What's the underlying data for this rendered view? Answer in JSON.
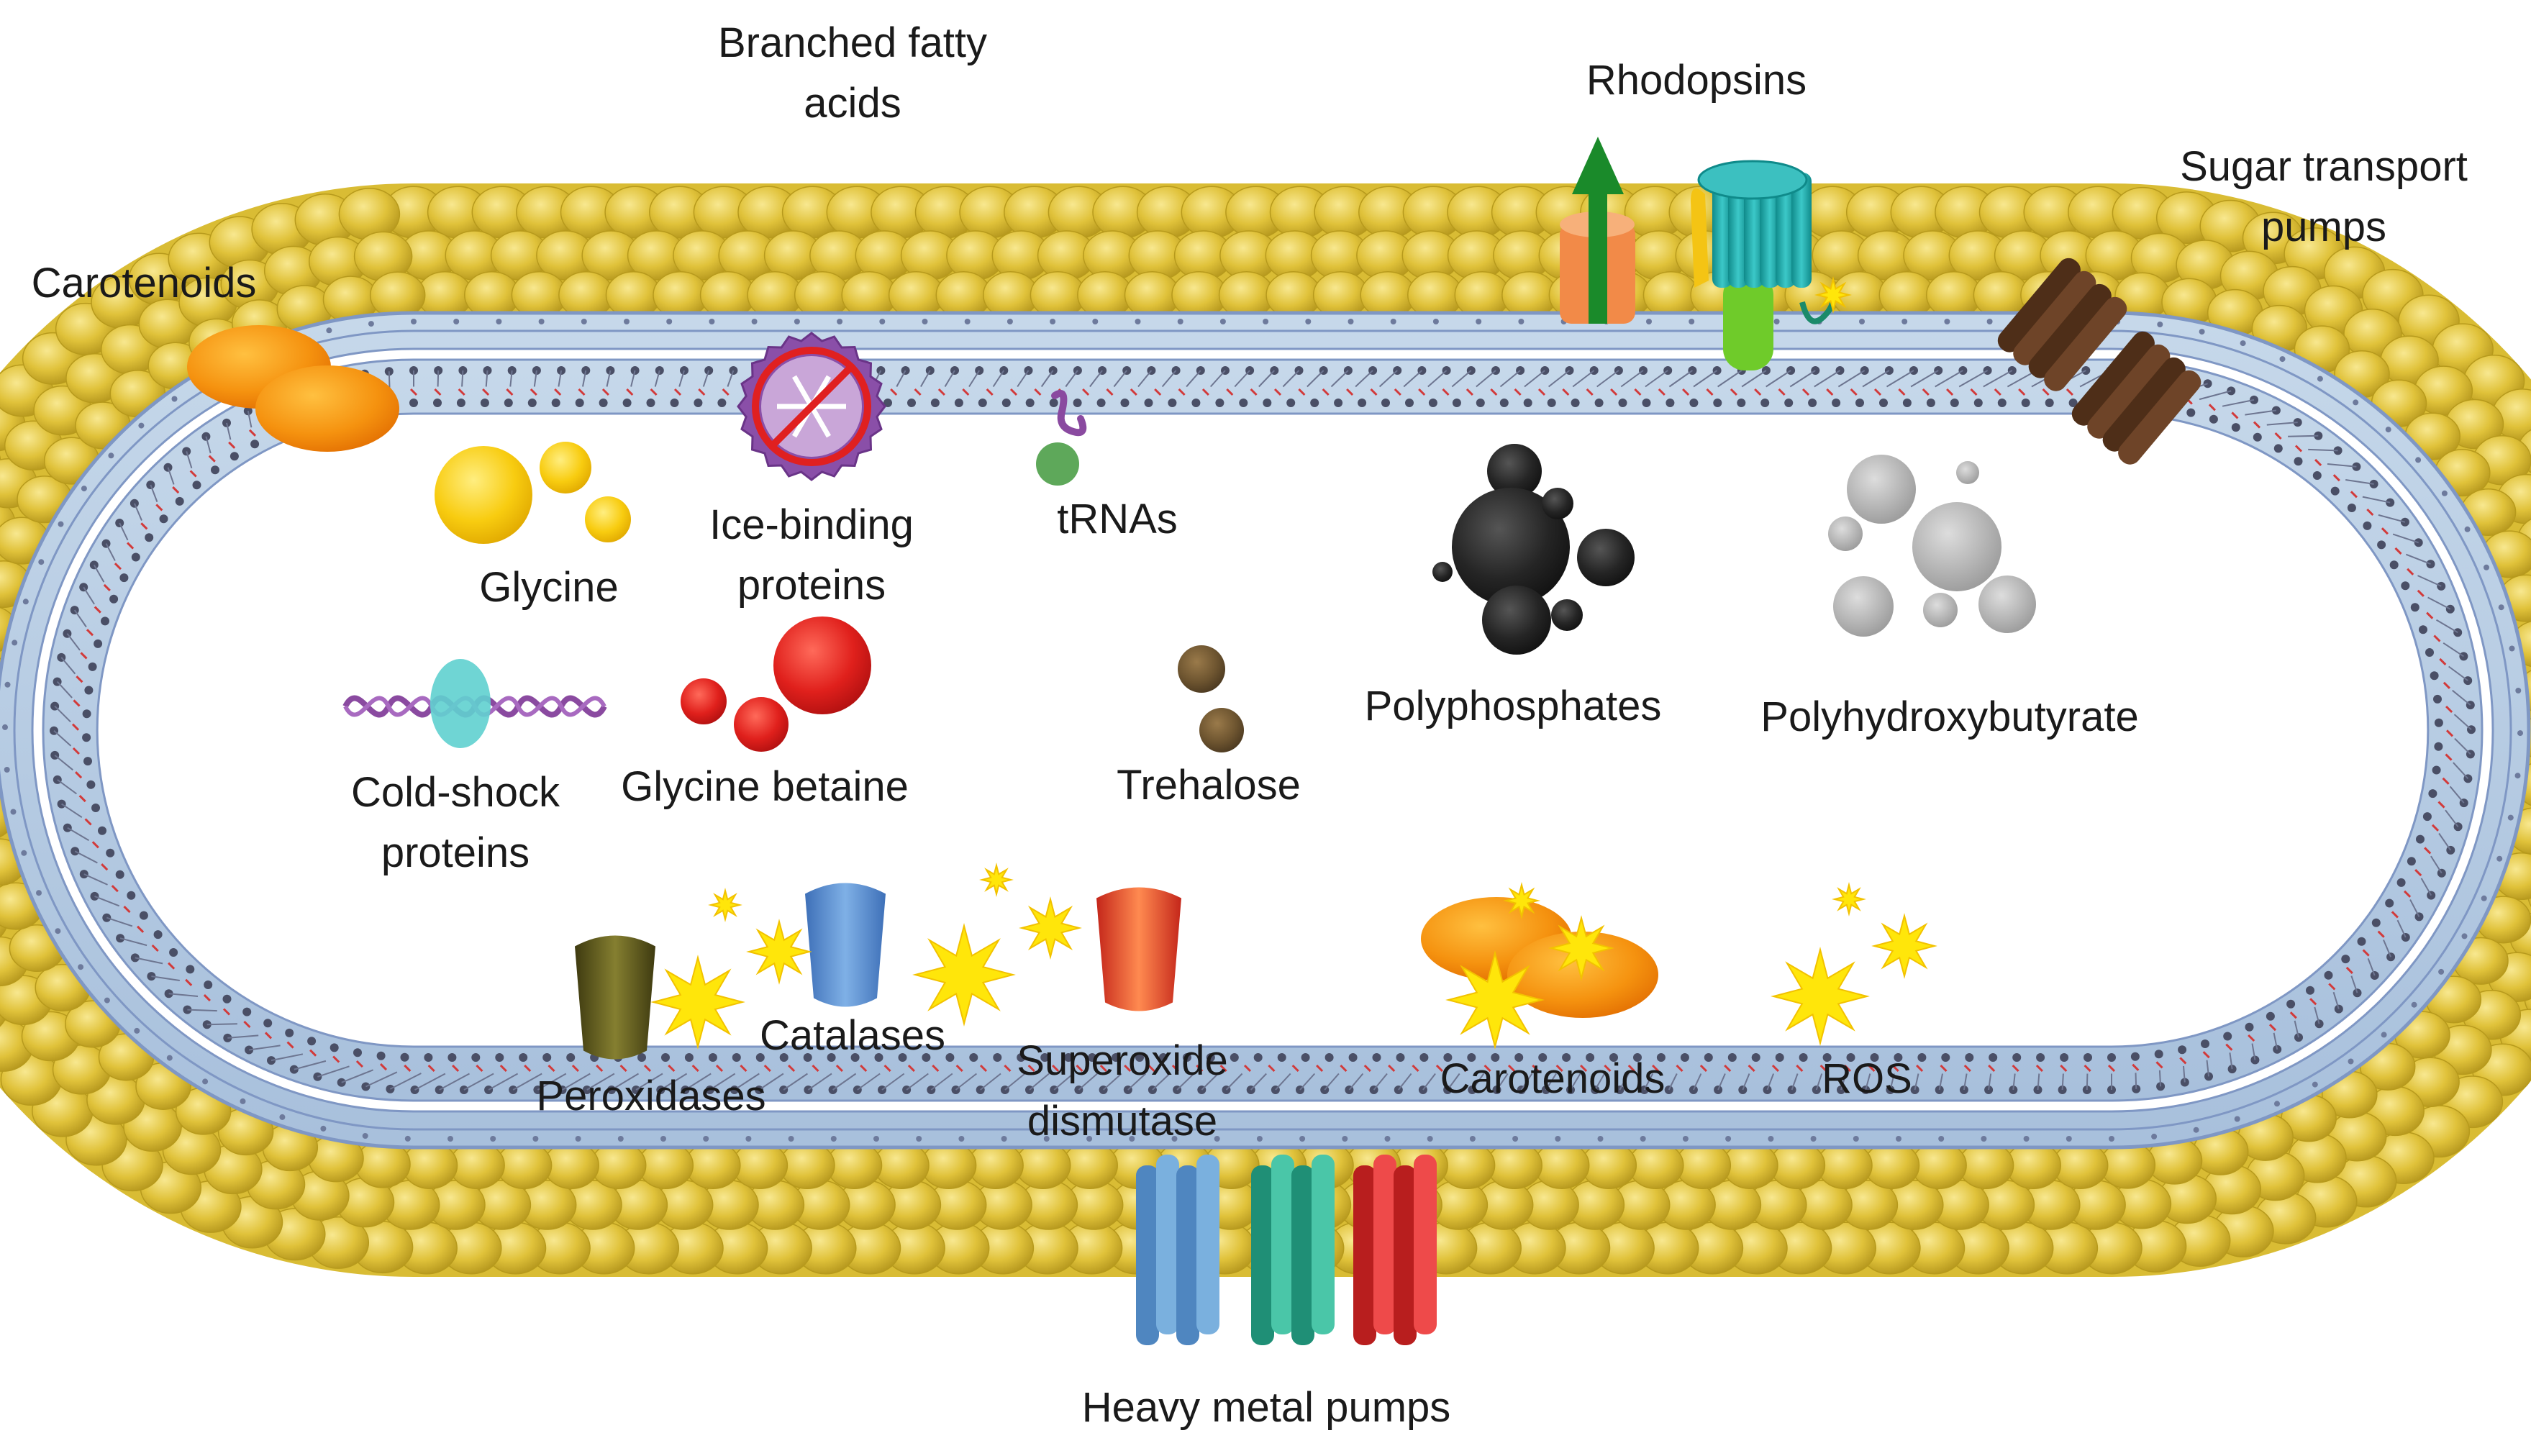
{
  "labels": {
    "branched_fatty_acids": [
      "Branched fatty",
      "acids"
    ],
    "rhodopsins": [
      "Rhodopsins"
    ],
    "sugar_transport_pumps": [
      "Sugar transport",
      "pumps"
    ],
    "carotenoids_membrane": [
      "Carotenoids"
    ],
    "glycine": [
      "Glycine"
    ],
    "ice_binding_proteins": [
      "Ice-binding",
      "proteins"
    ],
    "trnas": [
      "tRNAs"
    ],
    "polyphosphates": [
      "Polyphosphates"
    ],
    "polyhydroxybutyrate": [
      "Polyhydroxybutyrate"
    ],
    "cold_shock_proteins": [
      "Cold-shock",
      "proteins"
    ],
    "glycine_betaine": [
      "Glycine betaine"
    ],
    "trehalose": [
      "Trehalose"
    ],
    "catalases": [
      "Catalases"
    ],
    "peroxidases": [
      "Peroxidases"
    ],
    "superoxide_dismutase": [
      "Superoxide",
      "dismutase"
    ],
    "carotenoids_cytoplasm": [
      "Carotenoids"
    ],
    "ros": [
      "ROS"
    ],
    "heavy_metal_pumps": [
      "Heavy metal pumps"
    ]
  },
  "colors": {
    "capsule": "#e3c43c",
    "capsule_edge": "#b79a1c",
    "membrane": "#b9cfe3",
    "membrane_edge": "#7f97c4",
    "carotenoid": "#f5920f",
    "glycine": "#f8d11a",
    "glycine_betaine": "#e0201c",
    "polyphosphate": "#222222",
    "polyhydroxybutyrate": "#b5b5b5",
    "trehalose": "#6e5530",
    "trna": "#8a4aa0",
    "ros_star": "#ffe60a",
    "rhodopsin_arrow": "#1a8a2a",
    "sugar_pump": "#5a3520",
    "catalase": "#5b8fd0",
    "peroxidase": "#5f5a1e",
    "superoxide_dismutase": "#e8452a",
    "metal_pump_blue": "#5f95c8",
    "metal_pump_teal": "#2aa389",
    "metal_pump_red": "#d42a2a"
  }
}
